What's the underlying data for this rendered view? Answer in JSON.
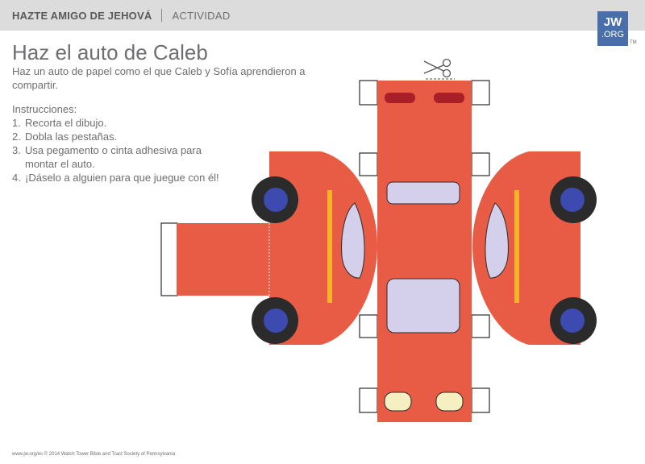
{
  "header": {
    "series": "HAZTE AMIGO DE JEHOVÁ",
    "kind": "ACTIVIDAD"
  },
  "logo": {
    "line1": "JW",
    "line2": ".ORG",
    "trademark": "TM"
  },
  "title": "Haz el auto de Caleb",
  "subtitle": "Haz un auto de papel como el que Caleb y Sofía aprendieron a compartir.",
  "instructions": {
    "heading": "Instrucciones:",
    "steps": [
      {
        "num": "1.",
        "text": "Recorta el dibujo."
      },
      {
        "num": "2.",
        "text": "Dobla las pestañas."
      },
      {
        "num": "3.",
        "text": "Usa pegamento o cinta adhesiva para montar el auto."
      },
      {
        "num": "4.",
        "text": "¡Dáselo a alguien para que juegue con él!"
      }
    ]
  },
  "footer": "www.jw.org/es © 2014 Watch Tower Bible and Tract Society of Pennsylvania",
  "icons": {
    "cut_marker": "scissors-icon"
  },
  "colors": {
    "body": "#e85c45",
    "window": "#d4d0ec",
    "tire": "#2b2b2b",
    "hubcap": "#3d4ab0",
    "stripe": "#f5b428",
    "taillight": "#a81f28",
    "headlight": "#f6efc1",
    "header_bg": "#dcdcdc",
    "logo_bg": "#4a6ea9"
  }
}
